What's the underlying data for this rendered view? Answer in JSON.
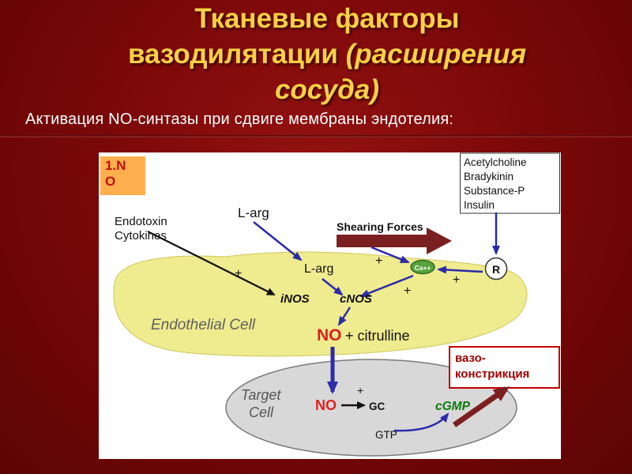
{
  "slide": {
    "title": {
      "line1": "Тканевые факторы",
      "line2_regular": "вазодилятации ",
      "line2_italic": "(расширения",
      "line3_italic": "сосуда)"
    },
    "subtitle": "Активация NO-синтазы при сдвиге мембраны эндотелия:"
  },
  "diagram": {
    "badge": "1.NO",
    "labels": {
      "endotoxin": "Endotoxin",
      "cytokines": "Cytokines",
      "l_arg_top": "L-arg",
      "shearing_forces": "Shearing Forces",
      "l_arg_cell": "L-arg",
      "inos": "iNOS",
      "cnos": "cNOS",
      "endothelial_cell": "Endothelial Cell",
      "no_endothelial": "NO",
      "plus_citrulline": "+ citrulline",
      "target_word1": "Target",
      "target_word2": "Cell",
      "no_target": "NO",
      "gc": "GC",
      "cgmp": "cGMP",
      "gtp": "GTP",
      "receptor": "R",
      "calcium": "Ca++",
      "plus": "+"
    },
    "agonists": [
      "Acetylcholine",
      "Bradykinin",
      "Substance-P",
      "Insulin"
    ],
    "vasoconstriction": {
      "line1": "вазо-",
      "line2": "констрикция"
    }
  },
  "colors": {
    "background": "#7A0808",
    "title_yellow": "#FFD044",
    "badge_orange": "#FFAF4D",
    "arrow_blue": "#2B2BA8",
    "no_red": "#DD2020",
    "cgmp_green": "#0A7A0A",
    "vasoconstriction_red": "#A00000",
    "shear_arrow_red": "#7B2020",
    "endothelial_yellow": "#EFEB8F",
    "target_gray": "#D8D8D8"
  }
}
